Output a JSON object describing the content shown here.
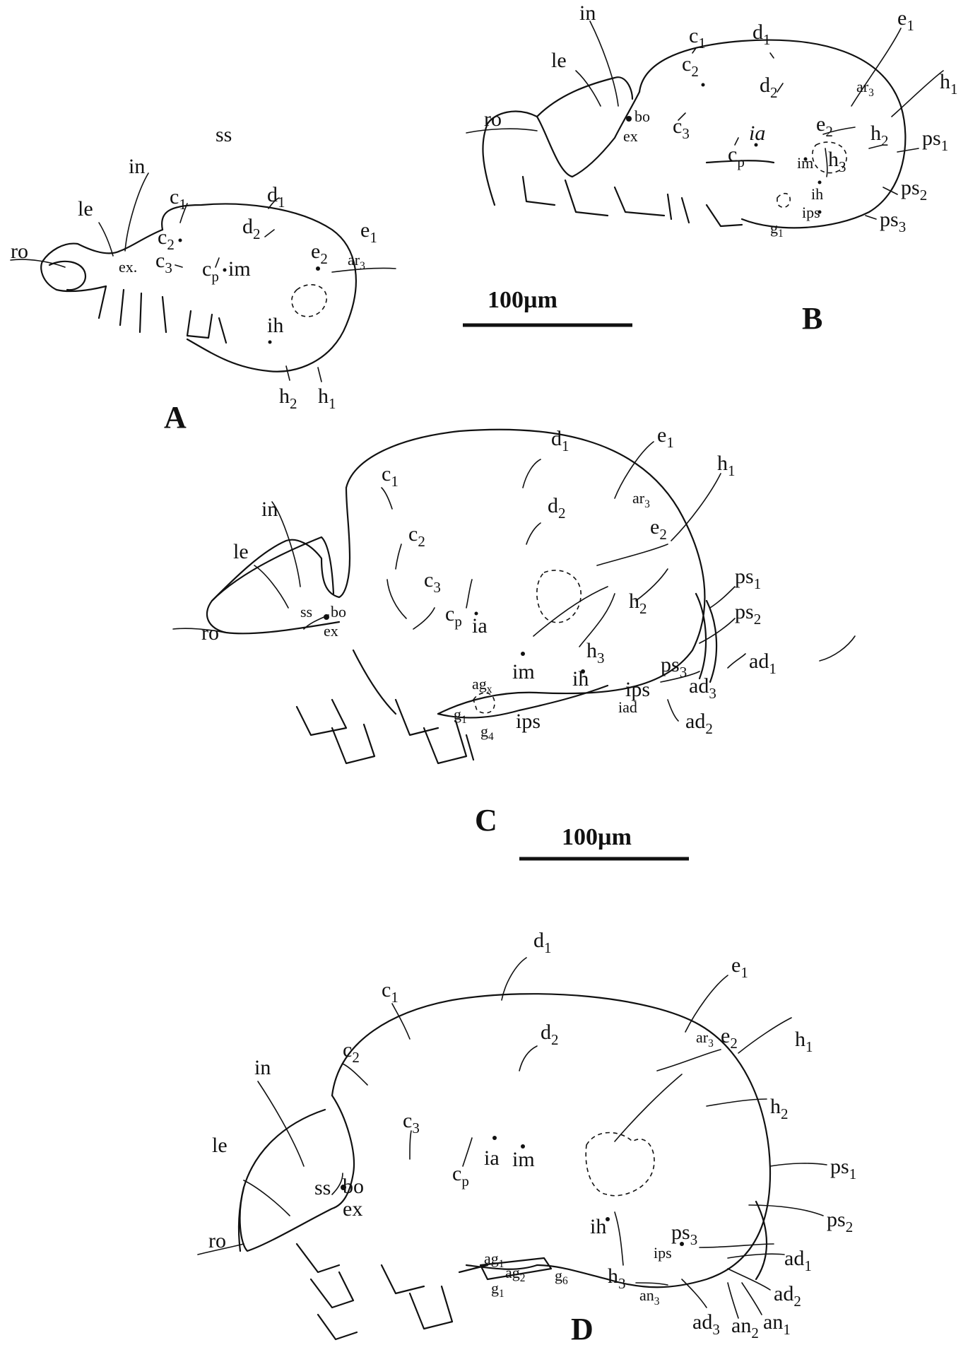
{
  "panels": {
    "A": {
      "letter": "A",
      "setae": {
        "ss": "ss",
        "in": "in",
        "le": "le",
        "ro": "ro",
        "ex": "ex.",
        "c1": "c",
        "c2": "c",
        "c3": "c",
        "cp": "c",
        "im": "im",
        "d1": "d",
        "d2": "d",
        "e1": "e",
        "e2": "e",
        "ar3": "ar",
        "ih": "ih",
        "h1": "h",
        "h2": "h"
      }
    },
    "B": {
      "letter": "B",
      "setae": {
        "in": "in",
        "le": "le",
        "ro": "ro",
        "bo": "bo",
        "ex": "ex",
        "c1": "c",
        "c2": "c",
        "c3": "c",
        "cp": "c",
        "ia": "ia",
        "d1": "d",
        "d2": "d",
        "e1": "e",
        "e2": "e",
        "ar3": "ar",
        "h1": "h",
        "h2": "h",
        "h3": "h",
        "im": "im",
        "ih": "ih",
        "ps1": "ps",
        "ps2": "ps",
        "ps3": "ps",
        "ips": "ips",
        "g1": "g"
      }
    },
    "C": {
      "letter": "C",
      "setae": {
        "in": "in",
        "le": "le",
        "ro": "ro",
        "ss": "ss",
        "bo": "bo",
        "ex": "ex",
        "c1": "c",
        "c2": "c",
        "c3": "c",
        "cp": "c",
        "ia": "ia",
        "im": "im",
        "d1": "d",
        "d2": "d",
        "e1": "e",
        "e2": "e",
        "ar3": "ar",
        "h1": "h",
        "h2": "h",
        "h3": "h",
        "ih": "ih",
        "ps1": "ps",
        "ps2": "ps",
        "ps3": "ps",
        "ips1": "ips",
        "ips2": "ips",
        "ad1": "ad",
        "ad2": "ad",
        "ad3": "ad",
        "iad": "iad",
        "ag": "ag",
        "g1": "g",
        "g4": "g"
      }
    },
    "D": {
      "letter": "D",
      "setae": {
        "in": "in",
        "le": "le",
        "ro": "ro",
        "ss": "ss",
        "bo": "bo",
        "ex": "ex",
        "c1": "c",
        "c2": "c",
        "c3": "c",
        "cp": "c",
        "ia": "ia",
        "im": "im",
        "d1": "d",
        "d2": "d",
        "e1": "e",
        "e2": "e",
        "ar3": "ar",
        "h1": "h",
        "h2": "h",
        "h3": "h",
        "ih": "ih",
        "ps1": "ps",
        "ps2": "ps",
        "ps3": "ps",
        "ips": "ips",
        "ad1": "ad",
        "ad2": "ad",
        "ad3": "ad",
        "an1": "an",
        "an2": "an",
        "an3": "an",
        "ag1": "ag",
        "ag2": "ag",
        "g1": "g",
        "g6": "g"
      }
    }
  },
  "scale_bars": {
    "upper": "100µm",
    "lower": "100µm"
  }
}
